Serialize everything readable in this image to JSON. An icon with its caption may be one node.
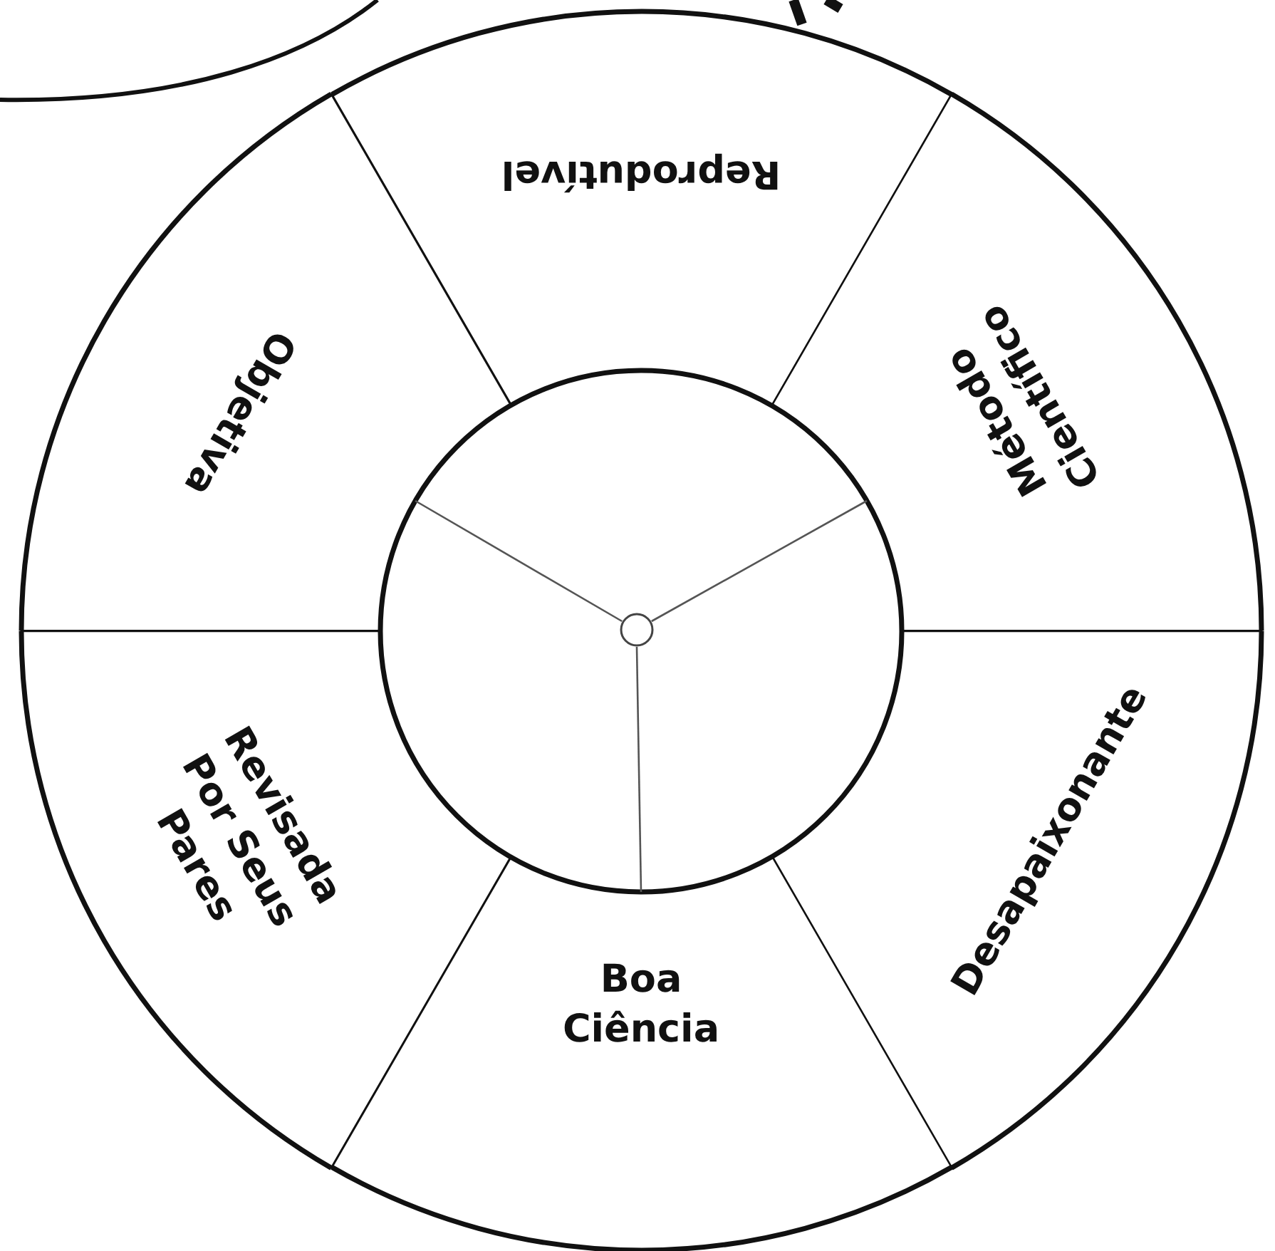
{
  "diagram": {
    "nodes": [
      {
        "text": [
          "Reprodutível"
        ]
      },
      {
        "text": [
          "Objetiva"
        ]
      },
      {
        "text": [
          "Método Científico"
        ]
      },
      {
        "text": [
          "Revisada Por Seus Pares"
        ]
      },
      {
        "text": [
          "Desapaixonante"
        ]
      },
      {
        "text": [
          "Boa Ciência"
        ]
      },
      {
        "text": [],
        "shape": "circle"
      }
    ]
  }
}
